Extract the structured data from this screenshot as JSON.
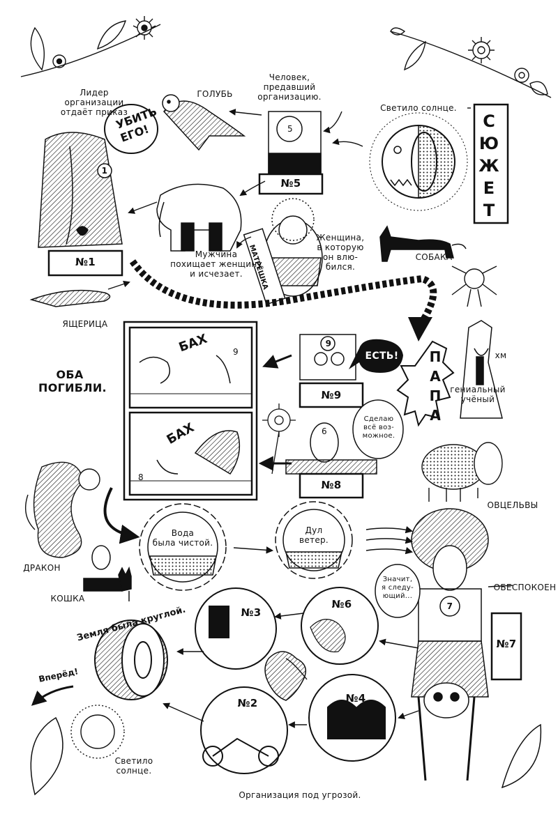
{
  "title": "СЮЖЕТ",
  "labels": {
    "leader": "Лидер\nорганизации\nотдаёт приказ",
    "kill_bubble_1": "УБИТЬ",
    "kill_bubble_2": "ЕГО!",
    "pigeon": "ГОЛУБЬ",
    "traitor": "Человек,\nпредавший\nорганизацию.",
    "sun_shone": "Светило солнце.",
    "man_kidnaps": "Мужчина\nпохищает женщину\nи исчезает.",
    "woman_loved": "Женщина,\nв которую\nон влю-\nбился.",
    "matryoshka": "МАТРЁШКА",
    "dog": "СОБАКА",
    "lizard": "ЯЩЕРИЦА",
    "both_died": "ОБА\nПОГИБЛИ.",
    "bang_1": "БАХ",
    "bang_2": "БАХ",
    "yes_bubble": "ЕСТЬ!",
    "papa": "ПАПА",
    "hm": "хм",
    "genius": "гениальный\nучёный",
    "will_do": "Сделаю\nвсё воз-\nможное.",
    "sheep": "ОВЦЕЛЬВЫ",
    "dragon": "ДРАКОН",
    "cat": "КОШКА",
    "water": "Вода\nбыла чистой.",
    "wind": "Дул\nветер.",
    "worried": "ОБЕСПОКОЕН",
    "so_i_am_next": "Значит,\nя следу-\nющий...",
    "earth_round": "Земля была круглой.",
    "forward": "Вперёд!",
    "sun_shone_2": "Светило\nсолнце.",
    "org_threat": "Организация под угрозой.",
    "small_six": "6",
    "small_five": "5",
    "small_eight": "8",
    "small_nine": "9"
  },
  "numbers": {
    "n1": "№1",
    "n2": "№2",
    "n3": "№3",
    "n4": "№4",
    "n5": "№5",
    "n6": "№6",
    "n7": "№7",
    "n8": "№8",
    "n9": "№9",
    "circle1": "1",
    "circle7": "7",
    "circle9": "9",
    "circle6": "6"
  }
}
